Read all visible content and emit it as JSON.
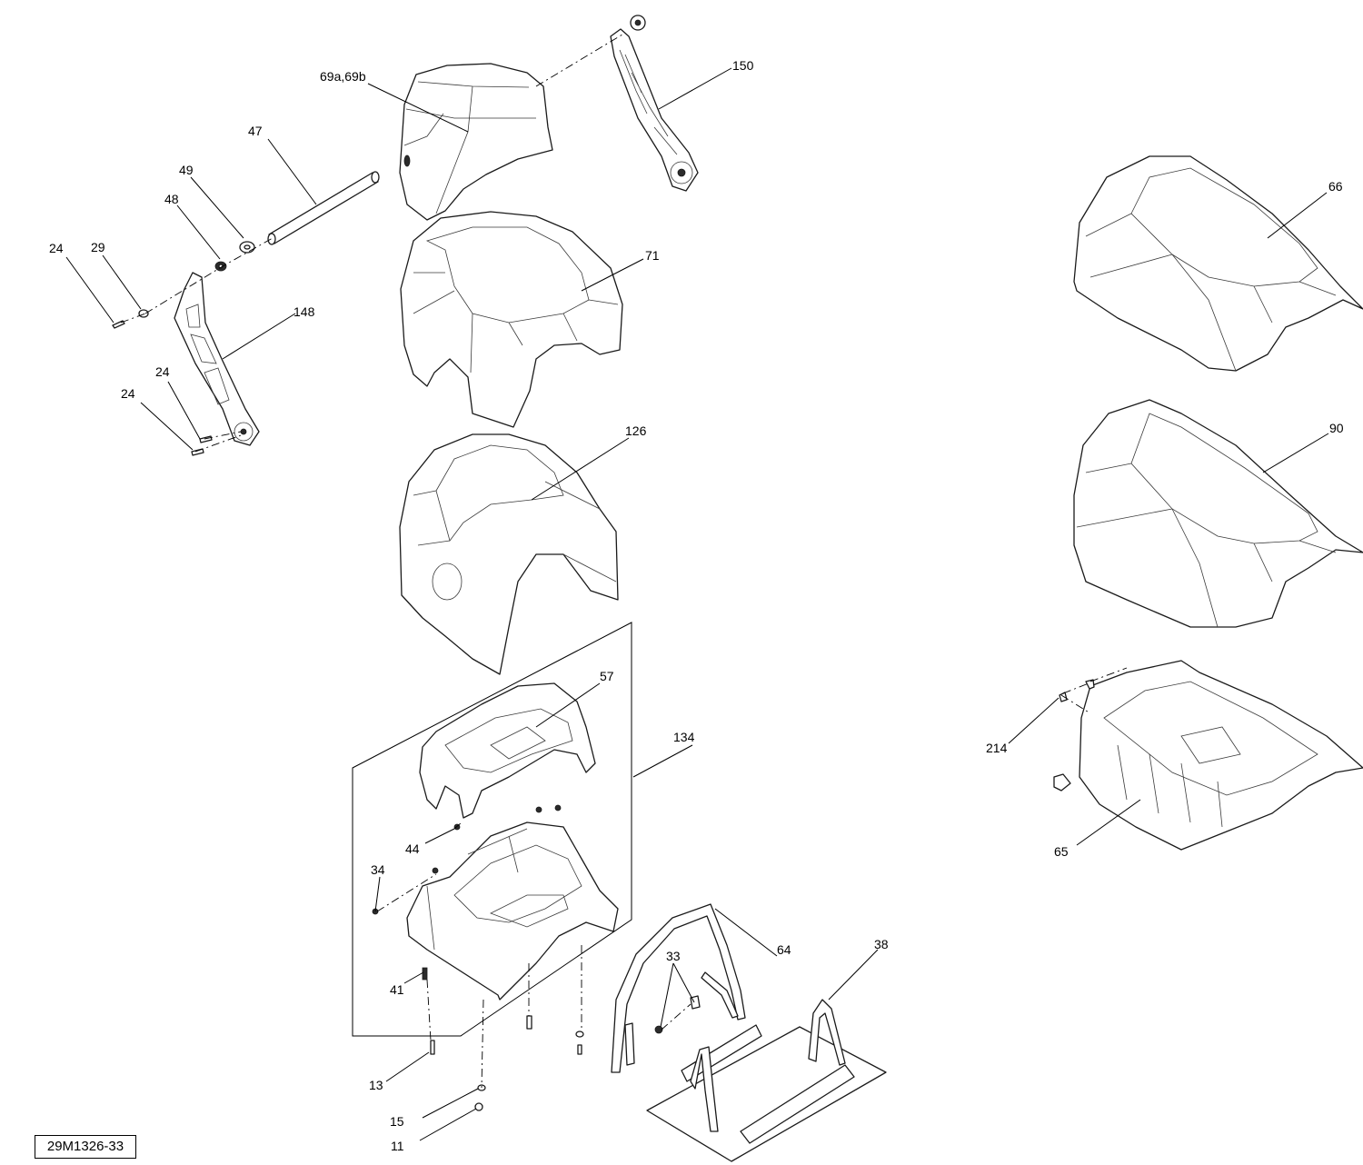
{
  "diagram": {
    "reference_code": "29M1326-33",
    "callouts": {
      "c69ab": "69a,69b",
      "c150": "150",
      "c47": "47",
      "c49": "49",
      "c48": "48",
      "c24a": "24",
      "c29": "29",
      "c148": "148",
      "c24b": "24",
      "c24c": "24",
      "c71": "71",
      "c66": "66",
      "c126": "126",
      "c90": "90",
      "c57": "57",
      "c134": "134",
      "c214": "214",
      "c44": "44",
      "c65": "65",
      "c34": "34",
      "c64": "64",
      "c33": "33",
      "c38": "38",
      "c41": "41",
      "c13": "13",
      "c15": "15",
      "c11": "11"
    }
  }
}
